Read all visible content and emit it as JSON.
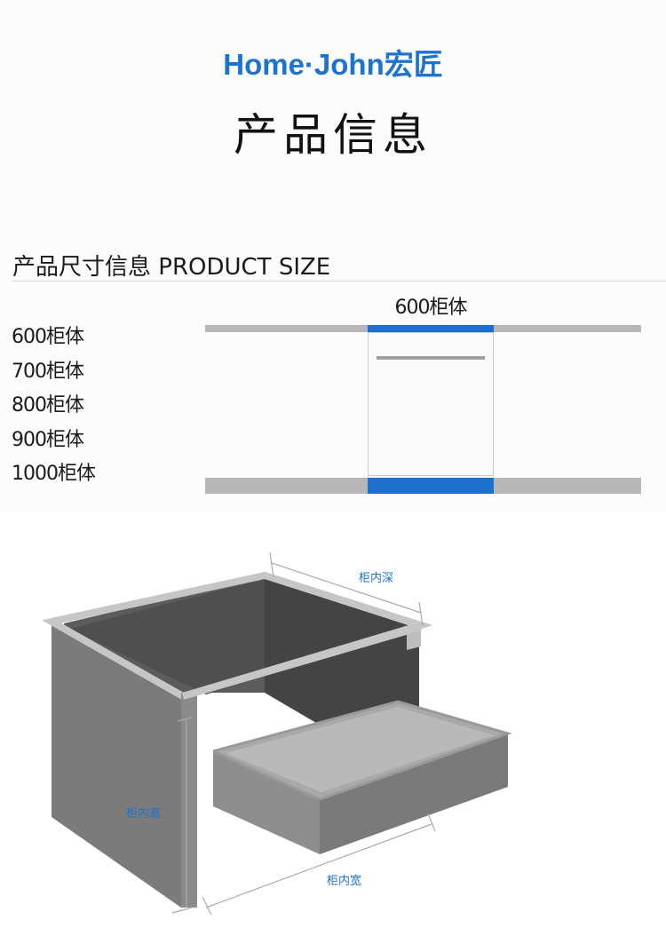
{
  "brand": {
    "text": "Home·John宏匠",
    "color": "#1b73d2"
  },
  "page_title": "产品信息",
  "section_title": "产品尺寸信息 PRODUCT SIZE",
  "size_options": [
    "600柜体",
    "700柜体",
    "800柜体",
    "900柜体",
    "1000柜体"
  ],
  "front_view": {
    "cabinet_label": "600柜体",
    "accent_color": "#1d70cc"
  },
  "diagram": {
    "depth_label": "柜内深",
    "height_label": "柜内高",
    "width_label": "柜内宽",
    "label_color": "#1b73d2"
  }
}
